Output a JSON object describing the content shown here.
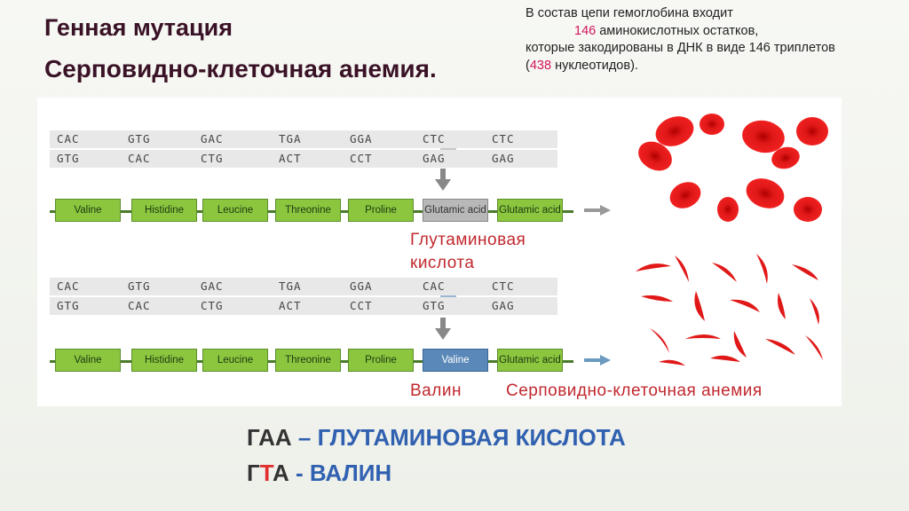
{
  "title": {
    "line1": "Генная мутация",
    "line2": "Серповидно-клеточная  анемия."
  },
  "info": {
    "line1": "В состав цепи гемоглобина входит",
    "num146": "146",
    "line2_rest": " аминокислотных остатков,",
    "line3": "которые закодированы в ДНК в виде 146 триплетов",
    "open": "(",
    "num438": "438",
    "line4_rest": " нуклеотидов)."
  },
  "normal": {
    "strand_top": [
      "CAC",
      "GTG",
      "GAC",
      "TGA",
      "GGA",
      "CTC",
      "CTC"
    ],
    "strand_bottom": [
      "GTG",
      "CAC",
      "CTG",
      "ACT",
      "CCT",
      "GAG",
      "GAG"
    ],
    "chain": [
      "Valine",
      "Histidine",
      "Leucine",
      "Threonine",
      "Proline",
      "Glutamic acid",
      "Glutamic acid"
    ],
    "label_line1": "Глутаминовая",
    "label_line2": "кислота"
  },
  "mutant": {
    "strand_top": [
      "CAC",
      "GTG",
      "GAC",
      "TGA",
      "GGA",
      "CAC",
      "CTC"
    ],
    "strand_bottom": [
      "GTG",
      "CAC",
      "CTG",
      "ACT",
      "CCT",
      "GTG",
      "GAG"
    ],
    "chain": [
      "Valine",
      "Histidine",
      "Leucine",
      "Threonine",
      "Proline",
      "Valine",
      "Glutamic acid"
    ],
    "label": "Валин",
    "disease_label": "Серповидно-клеточная анемия"
  },
  "bottom": {
    "line1_g": "Г",
    "line1_a1": "А",
    "line1_a2": "А",
    "line1_rest": " – ГЛУТАМИНОВАЯ КИСЛОТА",
    "line2_g": "Г",
    "line2_t": "Т",
    "line2_a": "А",
    "line2_rest": " - ВАЛИН"
  },
  "colors": {
    "title": "#3a1226",
    "accent_pink": "#d4145a",
    "amino_green": "#8cc63f",
    "mutant_blue": "#5a88b8",
    "cell_red": "#e01818",
    "label_red": "#c0282e"
  }
}
